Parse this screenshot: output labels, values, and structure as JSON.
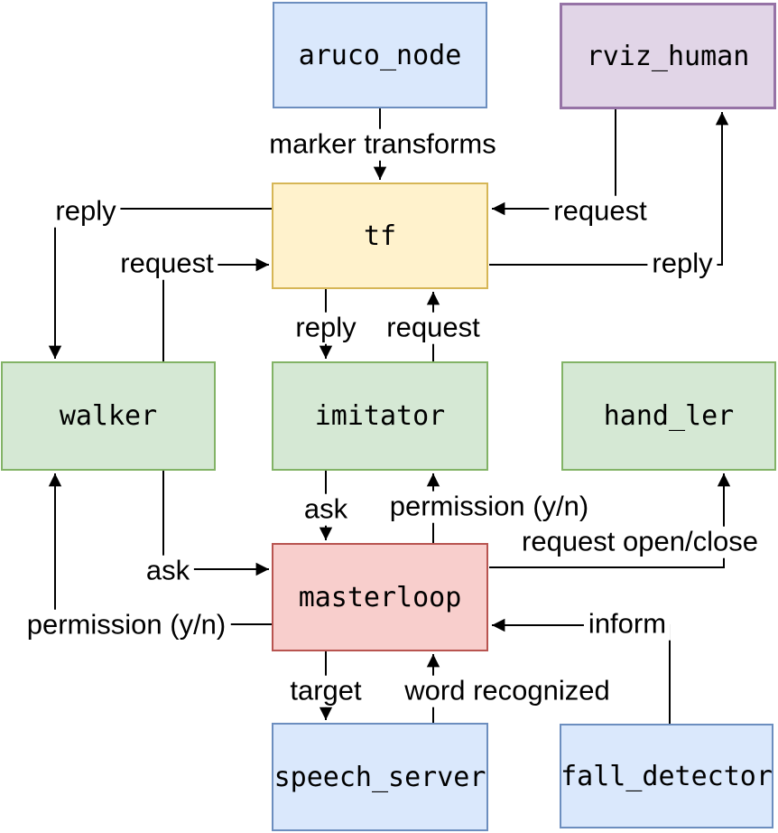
{
  "diagram": {
    "type": "node-graph",
    "background": "#ffffff",
    "line_color": "#000000",
    "palette": {
      "blue_fill": "#dae8fc",
      "blue_border": "#6c8ebf",
      "green_fill": "#d5e8d4",
      "green_border": "#82b366",
      "yellow_fill": "#fff2cc",
      "yellow_border": "#d6b656",
      "red_fill": "#f8cecc",
      "red_border": "#b85450",
      "purple_fill": "#e1d5e7",
      "purple_border": "#9673a6"
    },
    "nodes": {
      "aruco_node": {
        "label": "aruco_node",
        "color": "blue"
      },
      "rviz_human": {
        "label": "rviz_human",
        "color": "purple"
      },
      "tf": {
        "label": "tf",
        "color": "yellow"
      },
      "walker": {
        "label": "walker",
        "color": "green"
      },
      "imitator": {
        "label": "imitator",
        "color": "green"
      },
      "hand_ler": {
        "label": "hand_ler",
        "color": "green"
      },
      "masterloop": {
        "label": "masterloop",
        "color": "red"
      },
      "speech_server": {
        "label": "speech_server",
        "color": "blue"
      },
      "fall_detector": {
        "label": "fall_detector",
        "color": "blue"
      }
    },
    "edges": [
      {
        "from": "aruco_node",
        "to": "tf",
        "label": "marker transforms"
      },
      {
        "from": "rviz_human",
        "to": "tf",
        "label": "request"
      },
      {
        "from": "tf",
        "to": "rviz_human",
        "label": "reply"
      },
      {
        "from": "tf",
        "to": "walker",
        "label": "reply"
      },
      {
        "from": "walker",
        "to": "tf",
        "label": "request"
      },
      {
        "from": "tf",
        "to": "imitator",
        "label": "reply"
      },
      {
        "from": "imitator",
        "to": "tf",
        "label": "request"
      },
      {
        "from": "imitator",
        "to": "masterloop",
        "label": "ask"
      },
      {
        "from": "masterloop",
        "to": "imitator",
        "label": "permission (y/n)"
      },
      {
        "from": "walker",
        "to": "masterloop",
        "label": "ask"
      },
      {
        "from": "masterloop",
        "to": "walker",
        "label": "permission (y/n)"
      },
      {
        "from": "masterloop",
        "to": "hand_ler",
        "label": "request open/close"
      },
      {
        "from": "fall_detector",
        "to": "masterloop",
        "label": "inform"
      },
      {
        "from": "masterloop",
        "to": "speech_server",
        "label": "target"
      },
      {
        "from": "speech_server",
        "to": "masterloop",
        "label": "word recognized"
      }
    ]
  }
}
